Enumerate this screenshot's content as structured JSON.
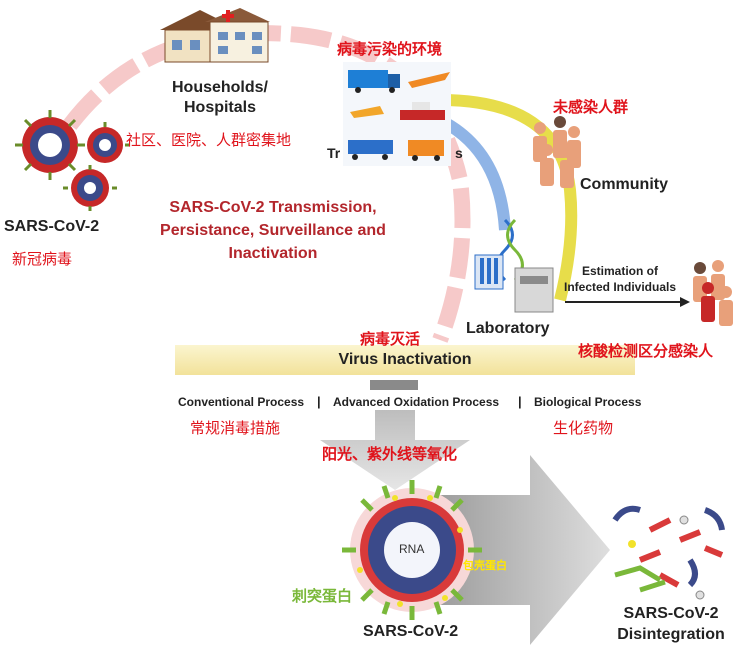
{
  "left_virus": {
    "label": "SARS-CoV-2",
    "label_cn": "新冠病毒"
  },
  "households": {
    "label_line1": "Households/",
    "label_line2": "Hospitals",
    "label_cn": "社区、医院、人群密集地"
  },
  "transports": {
    "label_start": "Tr",
    "label_end": "s",
    "label_cn": "病毒污染的环境"
  },
  "community": {
    "label": "Community",
    "label_cn": "未感染人群"
  },
  "laboratory": {
    "label": "Laboratory",
    "estimation_line1": "Estimation of",
    "estimation_line2": "Infected Individuals",
    "label_cn": "核酸检测区分感染人"
  },
  "center_title": {
    "line1": "SARS-CoV-2 Transmission,",
    "line2": "Persistance, Surveillance and",
    "line3": "Inactivation"
  },
  "inactivation": {
    "label_cn": "病毒灭活",
    "bar_label": "Virus Inactivation",
    "process_conventional": "Conventional Process",
    "separator": "|",
    "process_advanced": "Advanced Oxidation Process",
    "process_biological": "Biological Process",
    "conventional_cn": "常规消毒措施",
    "advanced_cn": "阳光、紫外线等氧化",
    "biological_cn": "生化药物"
  },
  "bottom_virus": {
    "rna_label": "RNA",
    "envelope_cn": "包壳蛋白",
    "spike_cn": "刺突蛋白",
    "label": "SARS-CoV-2"
  },
  "disintegration": {
    "line1": "SARS-CoV-2",
    "line2": "Disintegration"
  },
  "colors": {
    "accent_red": "#e0141c",
    "title_red": "#b3262c",
    "spike_green": "#7ab83a",
    "bar_yellow": "#f5e9a6",
    "arc_pink": "#f6c9c9",
    "arc_yellow": "#e7dd4a",
    "arc_blue": "#8fb4e6"
  }
}
